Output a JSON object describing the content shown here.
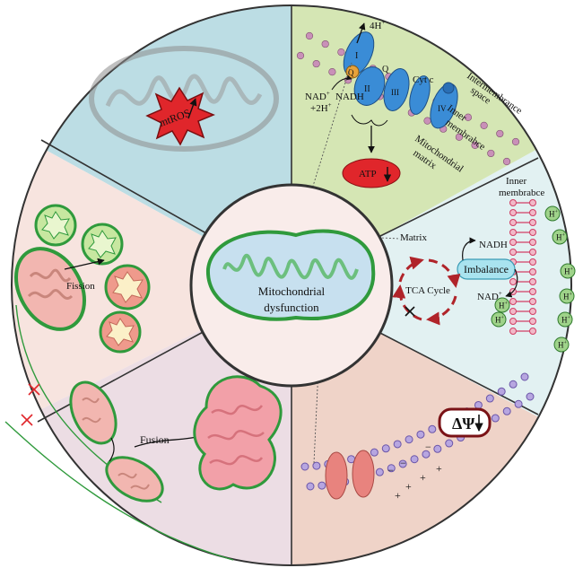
{
  "center": {
    "line1": "Mitochondrial",
    "line2": "dysfunction"
  },
  "ros": {
    "label": "mtROS"
  },
  "etc": {
    "protons": "4H",
    "proton_sup": "+",
    "complex_I": "I",
    "complex_II": "II",
    "complex_III": "III",
    "complex_IV": "IV",
    "q": "Q",
    "cytc": "Cyt c",
    "nad": "NAD",
    "nad_sup": "+",
    "nadh": "NADH",
    "plus_2h": "+2H",
    "plus_2h_sup": "+",
    "intermembrane_1": "Intermembrance",
    "intermembrane_2": "space",
    "inner_1": "Inner",
    "inner_2": "membrabce",
    "matrix_1": "Mitochondrial",
    "matrix_2": "matrix",
    "atp": "ATP"
  },
  "tca": {
    "inner_1": "Inner",
    "inner_2": "membrabce",
    "matrix": "Matrix",
    "nadh": "NADH",
    "imbalance": "Imbalance",
    "nad": "NAD",
    "nad_sup": "+",
    "cycle": "TCA Cycle",
    "h": "H",
    "h_sup": "+"
  },
  "fission": {
    "label": "Fission"
  },
  "fusion": {
    "label": "Fusion"
  },
  "potential": {
    "symbol": "ΔΨ",
    "minus": "−",
    "plus": "+"
  },
  "colors": {
    "ros_bg": "#bcdde4",
    "etc_bg": "#d5e6b4",
    "tca_bg": "#e2f1f2",
    "fission_bg": "#f7e4df",
    "fusion_bg": "#ecdde4",
    "potential_bg": "#efd3c8",
    "accent_red": "#e0262b"
  }
}
